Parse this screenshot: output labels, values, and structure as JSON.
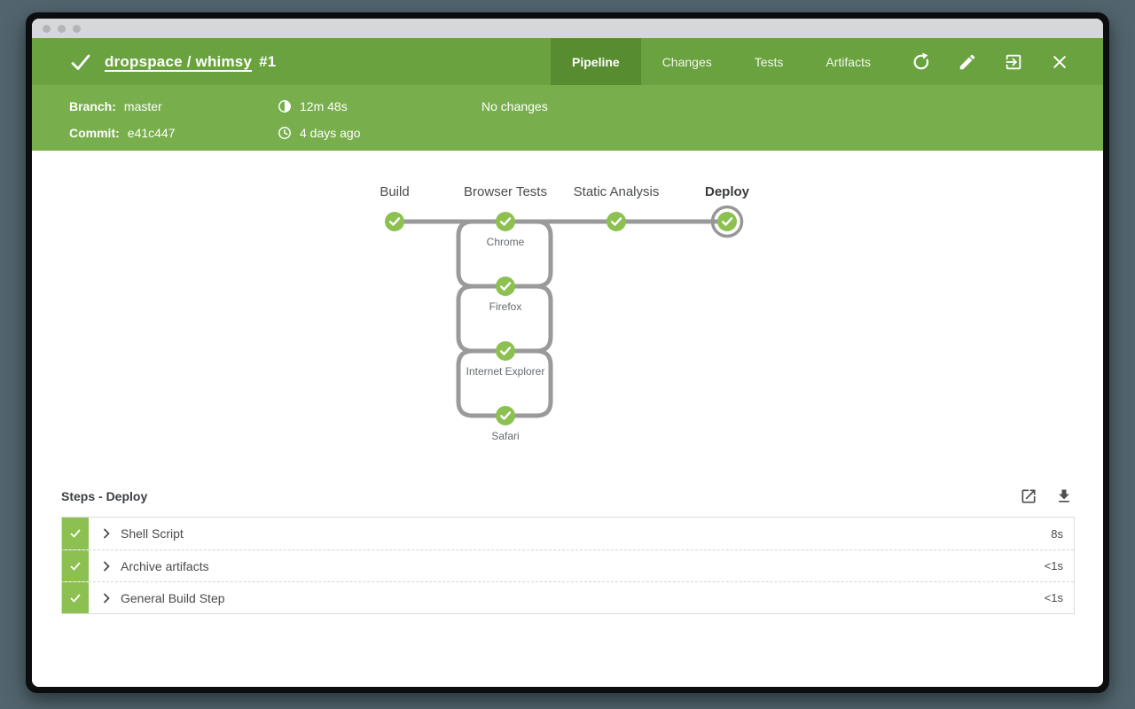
{
  "header": {
    "title": "dropspace / whimsy",
    "build_number": "#1",
    "tabs": [
      {
        "label": "Pipeline",
        "active": true
      },
      {
        "label": "Changes",
        "active": false
      },
      {
        "label": "Tests",
        "active": false
      },
      {
        "label": "Artifacts",
        "active": false
      }
    ],
    "actions": [
      "rerun-icon",
      "edit-icon",
      "open-classic-icon",
      "close-icon"
    ],
    "status": "success"
  },
  "info_bar": {
    "branch_label": "Branch:",
    "branch_value": "master",
    "commit_label": "Commit:",
    "commit_value": "e41c447",
    "duration": "12m 48s",
    "time_ago": "4 days ago",
    "changes": "No changes"
  },
  "pipeline": {
    "stages": [
      {
        "label": "Build",
        "status": "success",
        "selected": false
      },
      {
        "label": "Browser Tests",
        "status": "success",
        "selected": false,
        "branches": [
          "Chrome",
          "Firefox",
          "Internet Explorer",
          "Safari"
        ]
      },
      {
        "label": "Static Analysis",
        "status": "success",
        "selected": false
      },
      {
        "label": "Deploy",
        "status": "success",
        "selected": true
      }
    ]
  },
  "steps": {
    "title": "Steps - Deploy",
    "action_icons": [
      "open-log-icon",
      "download-log-icon"
    ],
    "rows": [
      {
        "name": "Shell Script",
        "duration": "8s",
        "status": "success"
      },
      {
        "name": "Archive artifacts",
        "duration": "<1s",
        "status": "success"
      },
      {
        "name": "General Build Step",
        "duration": "<1s",
        "status": "success"
      }
    ]
  },
  "colors": {
    "header_green": "#69a23f",
    "subheader_green": "#78af4c",
    "active_tab_green": "#578c31",
    "node_green": "#8cc051",
    "connector_gray": "#9a9a9a",
    "backdrop_slate": "#52656e"
  }
}
